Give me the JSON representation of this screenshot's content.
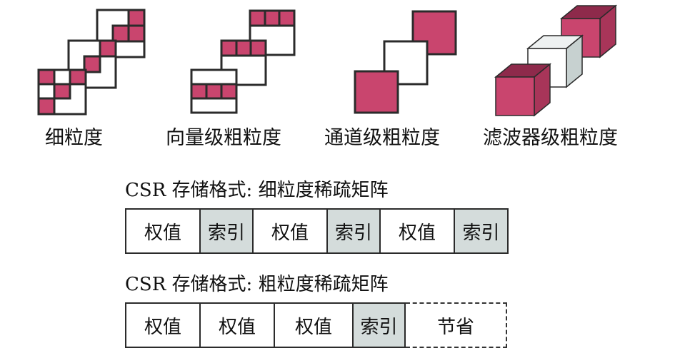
{
  "colors": {
    "magenta": "#c9456e",
    "magenta_dark": "#8e2a4b",
    "magenta_side": "#a83559",
    "gray": "#d4dcdb",
    "gray_side": "#c7d1d0",
    "line": "#2b2b2b"
  },
  "categories": [
    {
      "label": "细粒度"
    },
    {
      "label": "向量级粗粒度"
    },
    {
      "label": "通道级粗粒度"
    },
    {
      "label": "滤波器级粗粒度"
    }
  ],
  "formats": [
    {
      "title": "CSR 存储格式: 细粒度稀疏矩阵",
      "cells": [
        {
          "text": "权值",
          "kind": "value"
        },
        {
          "text": "索引",
          "kind": "index"
        },
        {
          "text": "权值",
          "kind": "value"
        },
        {
          "text": "索引",
          "kind": "index"
        },
        {
          "text": "权值",
          "kind": "value"
        },
        {
          "text": "索引",
          "kind": "index"
        }
      ]
    },
    {
      "title": "CSR 存储格式: 粗粒度稀疏矩阵",
      "cells": [
        {
          "text": "权值",
          "kind": "value"
        },
        {
          "text": "权值",
          "kind": "value"
        },
        {
          "text": "权值",
          "kind": "value"
        },
        {
          "text": "索引",
          "kind": "index"
        },
        {
          "text": "节省",
          "kind": "saved"
        }
      ]
    }
  ]
}
